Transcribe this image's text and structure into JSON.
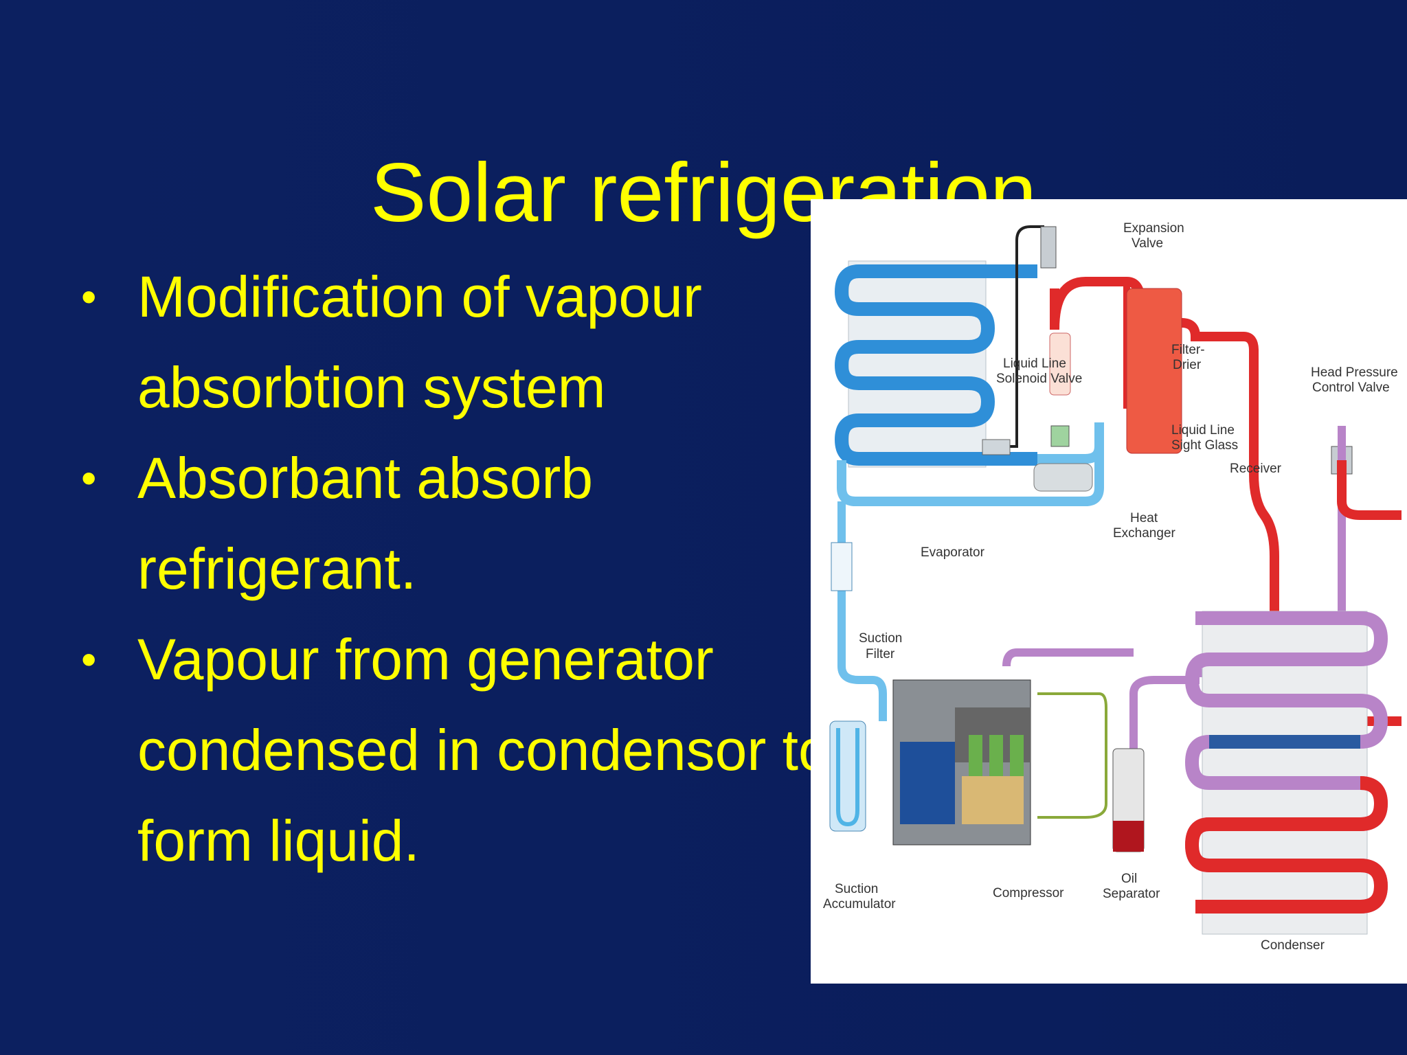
{
  "slide": {
    "title": "Solar refrigeration",
    "bullets": [
      {
        "text": "Modification of vapour absorbtion system"
      },
      {
        "text": "Absorbant absorb refrigerant."
      },
      {
        "text": "Vapour from generator condensed in condensor to form liquid."
      }
    ]
  },
  "diagram": {
    "labels": {
      "expansion_valve": [
        "Expansion",
        "Valve"
      ],
      "liquid_line_solenoid_valve": [
        "Liquid Line",
        "Solenoid Valve"
      ],
      "filter_drier": [
        "Filter-",
        "Drier"
      ],
      "liquid_line_sight_glass": [
        "Liquid Line",
        "Sight Glass"
      ],
      "receiver": "Receiver",
      "head_pressure_control_valve": [
        "Head Pressure",
        "Control Valve"
      ],
      "heat_exchanger": [
        "Heat",
        "Exchanger"
      ],
      "evaporator": "Evaporator",
      "suction_filter": [
        "Suction",
        "Filter"
      ],
      "suction_accumulator": [
        "Suction",
        "Accumulator"
      ],
      "compressor": "Compressor",
      "oil_separator": [
        "Oil",
        "Separator"
      ],
      "condenser": "Condenser"
    },
    "colors": {
      "cold_line": "#2f8fd8",
      "cold_line_light": "#6fc0ec",
      "hot_line": "#e02a2a",
      "suction_line": "#b884c8",
      "receiver": "#ee5a44"
    }
  }
}
